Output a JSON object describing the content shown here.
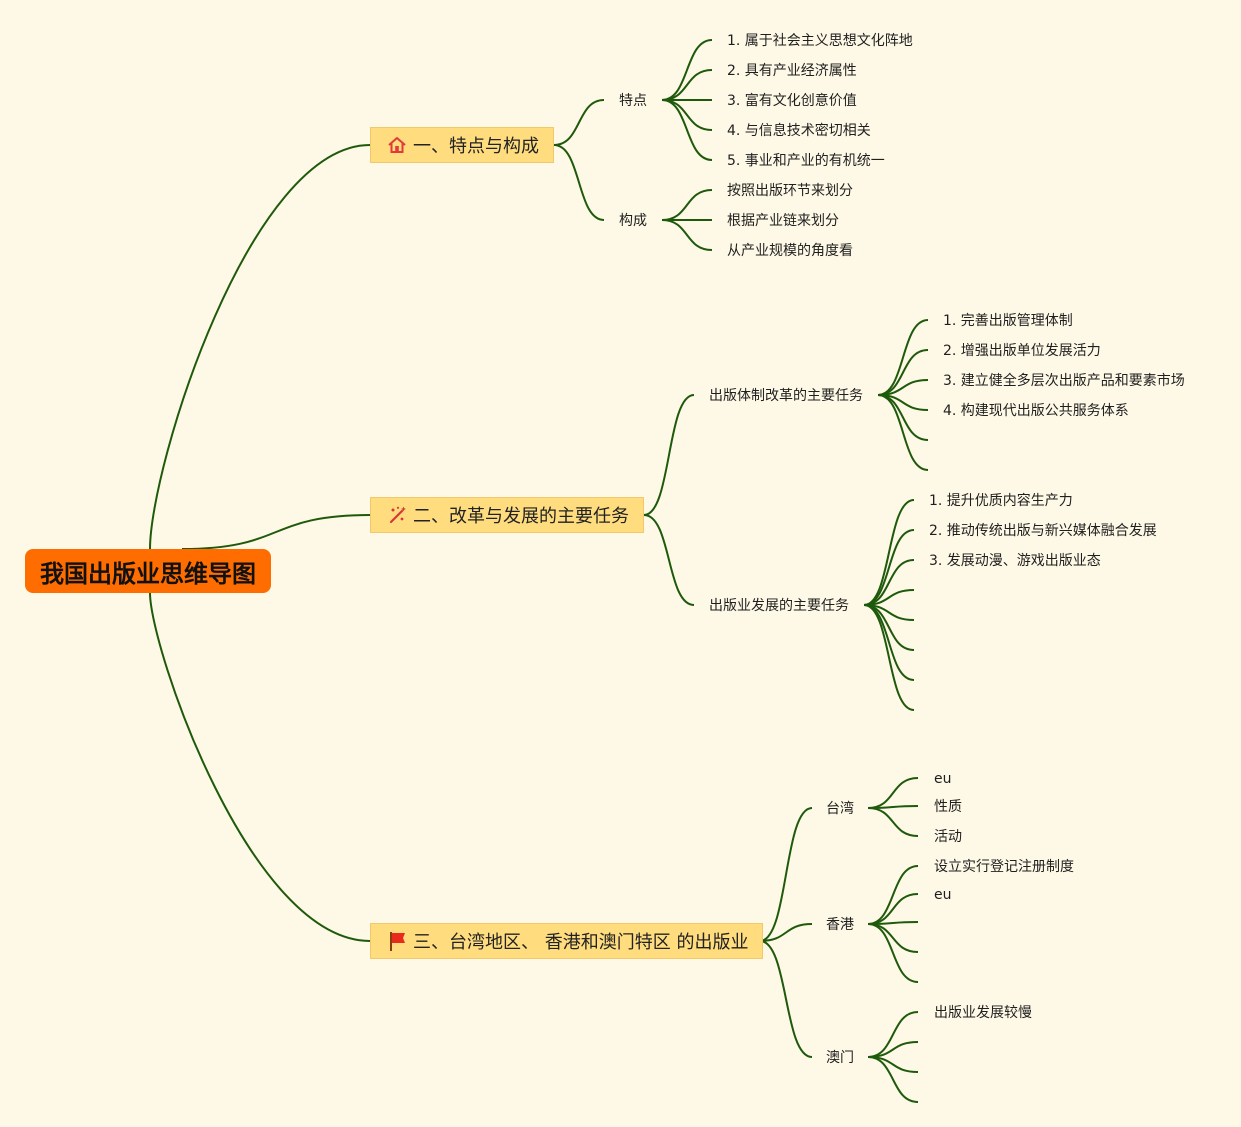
{
  "root": {
    "label": "我国出版业思维导图"
  },
  "branches": [
    {
      "label": "一、特点与构成",
      "icon": "home-icon",
      "subs": [
        {
          "label": "特点",
          "leaves": [
            "1. 属于社会主义思想文化阵地",
            "2. 具有产业经济属性",
            "3. 富有文化创意价值",
            "4. 与信息技术密切相关",
            "5. 事业和产业的有机统一"
          ]
        },
        {
          "label": "构成",
          "leaves": [
            "按照出版环节来划分",
            "根据产业链来划分",
            "从产业规模的角度看"
          ]
        }
      ]
    },
    {
      "label": "二、改革与发展的主要任务",
      "icon": "magic-wand-icon",
      "subs": [
        {
          "label": "出版体制改革的主要任务",
          "leaves": [
            "1. 完善出版管理体制",
            "2. 增强出版单位发展活力",
            "3. 建立健全多层次出版产品和要素市场",
            "4. 构建现代出版公共服务体系",
            "",
            ""
          ]
        },
        {
          "label": "出版业发展的主要任务",
          "leaves": [
            "1. 提升优质内容生产力",
            "2. 推动传统出版与新兴媒体融合发展",
            "3. 发展动漫、游戏出版业态",
            "",
            "",
            "",
            "",
            ""
          ]
        }
      ]
    },
    {
      "label": "三、台湾地区、 香港和澳门特区 的出版业",
      "icon": "red-flag-icon",
      "subs": [
        {
          "label": "台湾",
          "leaves": [
            "eu",
            "性质",
            "活动"
          ]
        },
        {
          "label": "香港",
          "leaves": [
            "设立实行登记注册制度",
            "eu",
            "",
            "",
            ""
          ]
        },
        {
          "label": "澳门",
          "leaves": [
            "出版业发展较慢",
            "",
            "",
            ""
          ]
        }
      ]
    }
  ]
}
